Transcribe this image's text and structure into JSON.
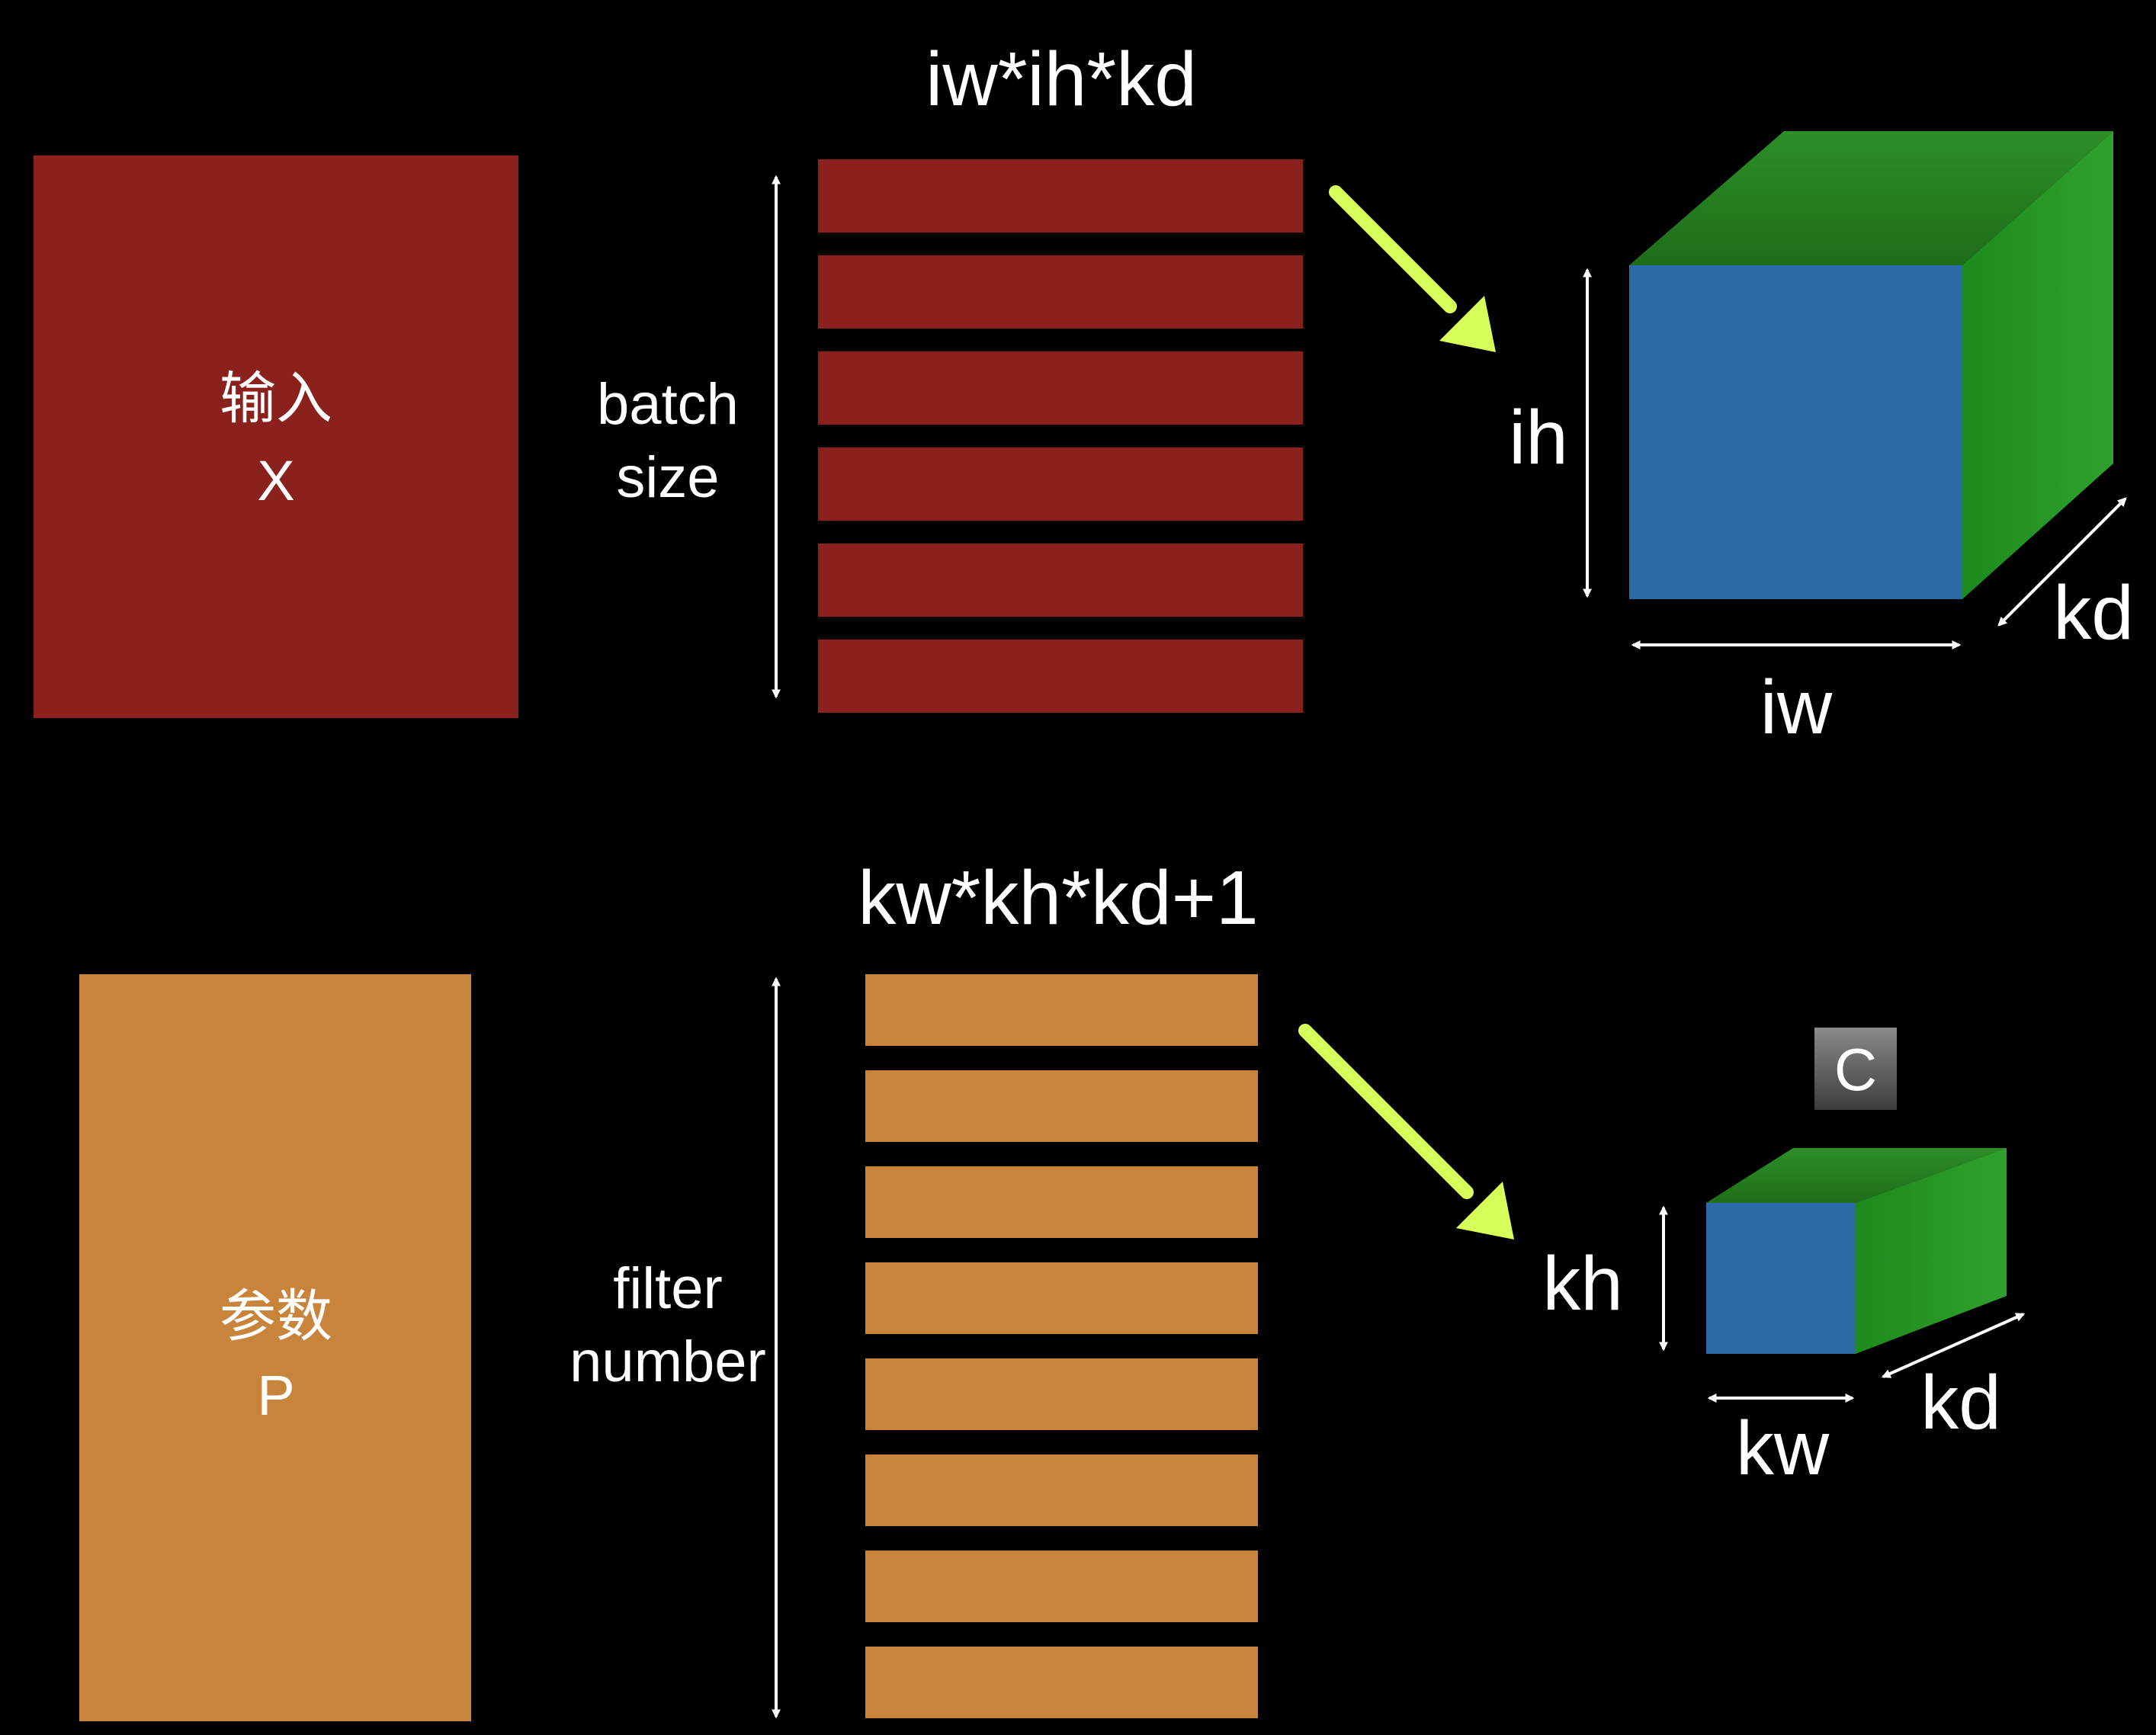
{
  "top": {
    "label_line1": "输入",
    "label_line2": "X",
    "row_dim_label": "iw*ih*kd",
    "side_label_line1": "batch",
    "side_label_line2": "size",
    "row_count": 6,
    "cube": {
      "height_label": "ih",
      "width_label": "iw",
      "depth_label": "kd"
    }
  },
  "bottom": {
    "label_line1": "参数",
    "label_line2": "P",
    "row_dim_label": "kw*kh*kd+1",
    "side_label_line1": "filter",
    "side_label_line2": "number",
    "row_count": 8,
    "badge": "C",
    "cube": {
      "height_label": "kh",
      "width_label": "kw",
      "depth_label": "kd"
    }
  },
  "colors": {
    "background": "#000000",
    "input_red": "#8b211d",
    "param_orange": "#c9843c",
    "cube_front": "#2c6aa7",
    "cube_top": "#2a7f22",
    "cube_side": "#2d9a2a",
    "arrow": "#d6ff5c",
    "line": "#ffffff"
  }
}
